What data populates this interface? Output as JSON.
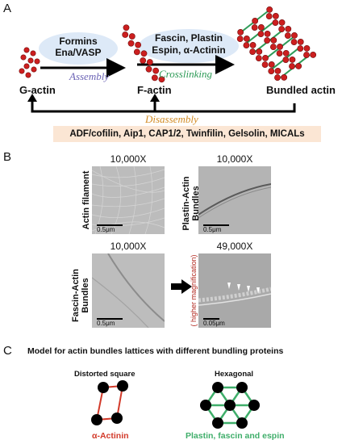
{
  "panel_a": {
    "letter": "A",
    "bubble_formins": [
      "Formins",
      "Ena/VASP"
    ],
    "assembly": "Assembly",
    "bubble_crosslink": [
      "Fascin, Plastin",
      "Espin, α-Actinin"
    ],
    "crosslinking": "Crosslinking",
    "g_actin": "G-actin",
    "f_actin": "F-actin",
    "bundled_actin": "Bundled actin",
    "disassembly": "Disassembly",
    "disassembly_factors": "ADF/cofilin, Aip1, CAP1/2, Twinfilin, Gelsolin, MICALs",
    "colors": {
      "actin": "#cc1f1f",
      "bubble": "#dde9f7",
      "assembly": "#6b63b5",
      "crosslinking": "#2e9b57",
      "disassembly": "#d28b24",
      "factor_box": "#fbe6d4"
    }
  },
  "panel_b": {
    "letter": "B",
    "images": [
      {
        "mag": "10,000X",
        "label": "Actin filament",
        "scale": "0.5μm"
      },
      {
        "mag": "10,000X",
        "label": "Plastin-Actin Bundles",
        "scale": "0.5μm"
      },
      {
        "mag": "10,000X",
        "label": "Fascin-Actin Bundles",
        "scale": "0.5μm"
      },
      {
        "mag": "49,000X",
        "label": "( higher magnification)",
        "scale": "0.05μm"
      }
    ]
  },
  "panel_c": {
    "letter": "C",
    "title": "Model for actin bundles lattices with different bundling proteins",
    "distorted_square": "Distorted square",
    "hexagonal": "Hexagonal",
    "alpha_actinin": "α-Actinin",
    "plastin_fascin_espin": "Plastin, fascin and espin",
    "colors": {
      "red_line": "#d23a2a",
      "green_line": "#3fae6a"
    }
  }
}
